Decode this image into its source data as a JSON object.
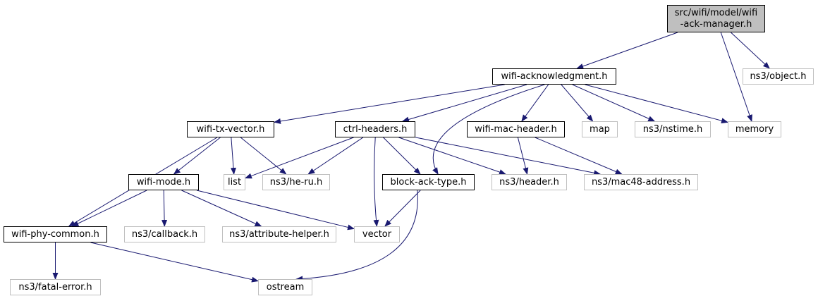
{
  "diagram": {
    "nodes": [
      {
        "id": "root",
        "label": "src/wifi/model/wifi\n-ack-manager.h",
        "kind": "root"
      },
      {
        "id": "ack",
        "label": "wifi-acknowledgment.h",
        "kind": "doc"
      },
      {
        "id": "object",
        "label": "ns3/object.h",
        "kind": "ext"
      },
      {
        "id": "txvec",
        "label": "wifi-tx-vector.h",
        "kind": "doc"
      },
      {
        "id": "ctrl",
        "label": "ctrl-headers.h",
        "kind": "doc"
      },
      {
        "id": "machdr",
        "label": "wifi-mac-header.h",
        "kind": "doc"
      },
      {
        "id": "map",
        "label": "map",
        "kind": "ext"
      },
      {
        "id": "nstime",
        "label": "ns3/nstime.h",
        "kind": "ext"
      },
      {
        "id": "memory",
        "label": "memory",
        "kind": "ext"
      },
      {
        "id": "mode",
        "label": "wifi-mode.h",
        "kind": "doc"
      },
      {
        "id": "list",
        "label": "list",
        "kind": "ext"
      },
      {
        "id": "heru",
        "label": "ns3/he-ru.h",
        "kind": "ext"
      },
      {
        "id": "block",
        "label": "block-ack-type.h",
        "kind": "doc"
      },
      {
        "id": "header",
        "label": "ns3/header.h",
        "kind": "ext"
      },
      {
        "id": "mac48",
        "label": "ns3/mac48-address.h",
        "kind": "ext"
      },
      {
        "id": "phy",
        "label": "wifi-phy-common.h",
        "kind": "doc"
      },
      {
        "id": "callback",
        "label": "ns3/callback.h",
        "kind": "ext"
      },
      {
        "id": "attr",
        "label": "ns3/attribute-helper.h",
        "kind": "ext"
      },
      {
        "id": "vector",
        "label": "vector",
        "kind": "ext"
      },
      {
        "id": "fatal",
        "label": "ns3/fatal-error.h",
        "kind": "ext"
      },
      {
        "id": "ostream",
        "label": "ostream",
        "kind": "ext"
      }
    ],
    "edges": [
      [
        "root",
        "ack"
      ],
      [
        "root",
        "object"
      ],
      [
        "root",
        "memory"
      ],
      [
        "ack",
        "txvec"
      ],
      [
        "ack",
        "ctrl"
      ],
      [
        "ack",
        "machdr"
      ],
      [
        "ack",
        "map"
      ],
      [
        "ack",
        "nstime"
      ],
      [
        "ack",
        "memory"
      ],
      [
        "ack",
        "block"
      ],
      [
        "txvec",
        "mode"
      ],
      [
        "txvec",
        "list"
      ],
      [
        "txvec",
        "heru"
      ],
      [
        "txvec",
        "phy"
      ],
      [
        "ctrl",
        "list"
      ],
      [
        "ctrl",
        "heru"
      ],
      [
        "ctrl",
        "block"
      ],
      [
        "ctrl",
        "header"
      ],
      [
        "ctrl",
        "mac48"
      ],
      [
        "ctrl",
        "vector"
      ],
      [
        "machdr",
        "header"
      ],
      [
        "machdr",
        "mac48"
      ],
      [
        "mode",
        "phy"
      ],
      [
        "mode",
        "callback"
      ],
      [
        "mode",
        "attr"
      ],
      [
        "mode",
        "vector"
      ],
      [
        "block",
        "vector"
      ],
      [
        "block",
        "ostream"
      ],
      [
        "phy",
        "fatal"
      ],
      [
        "phy",
        "ostream"
      ]
    ],
    "colors": {
      "edge": "#191970",
      "root_fill": "#bfbfbf",
      "ext_border": "#bfbfbf",
      "doc_border": "#000000"
    }
  }
}
